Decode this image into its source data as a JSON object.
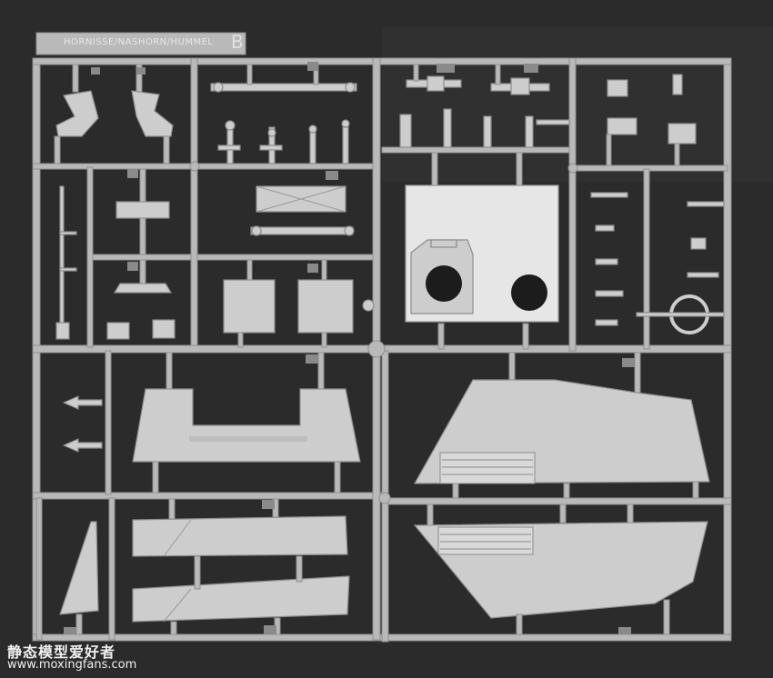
{
  "photo": {
    "description_free": true,
    "sprue_title": "HORNISSE/NASHORN/HUMMEL",
    "sprue_letter": "B"
  },
  "watermark": {
    "site_name": "静态模型爱好者",
    "url": "www.moxingfans.com"
  },
  "colors": {
    "background": "#2a2a2a",
    "plastic": "#b9b9b9",
    "plastic_light": "#e6e6e6"
  }
}
